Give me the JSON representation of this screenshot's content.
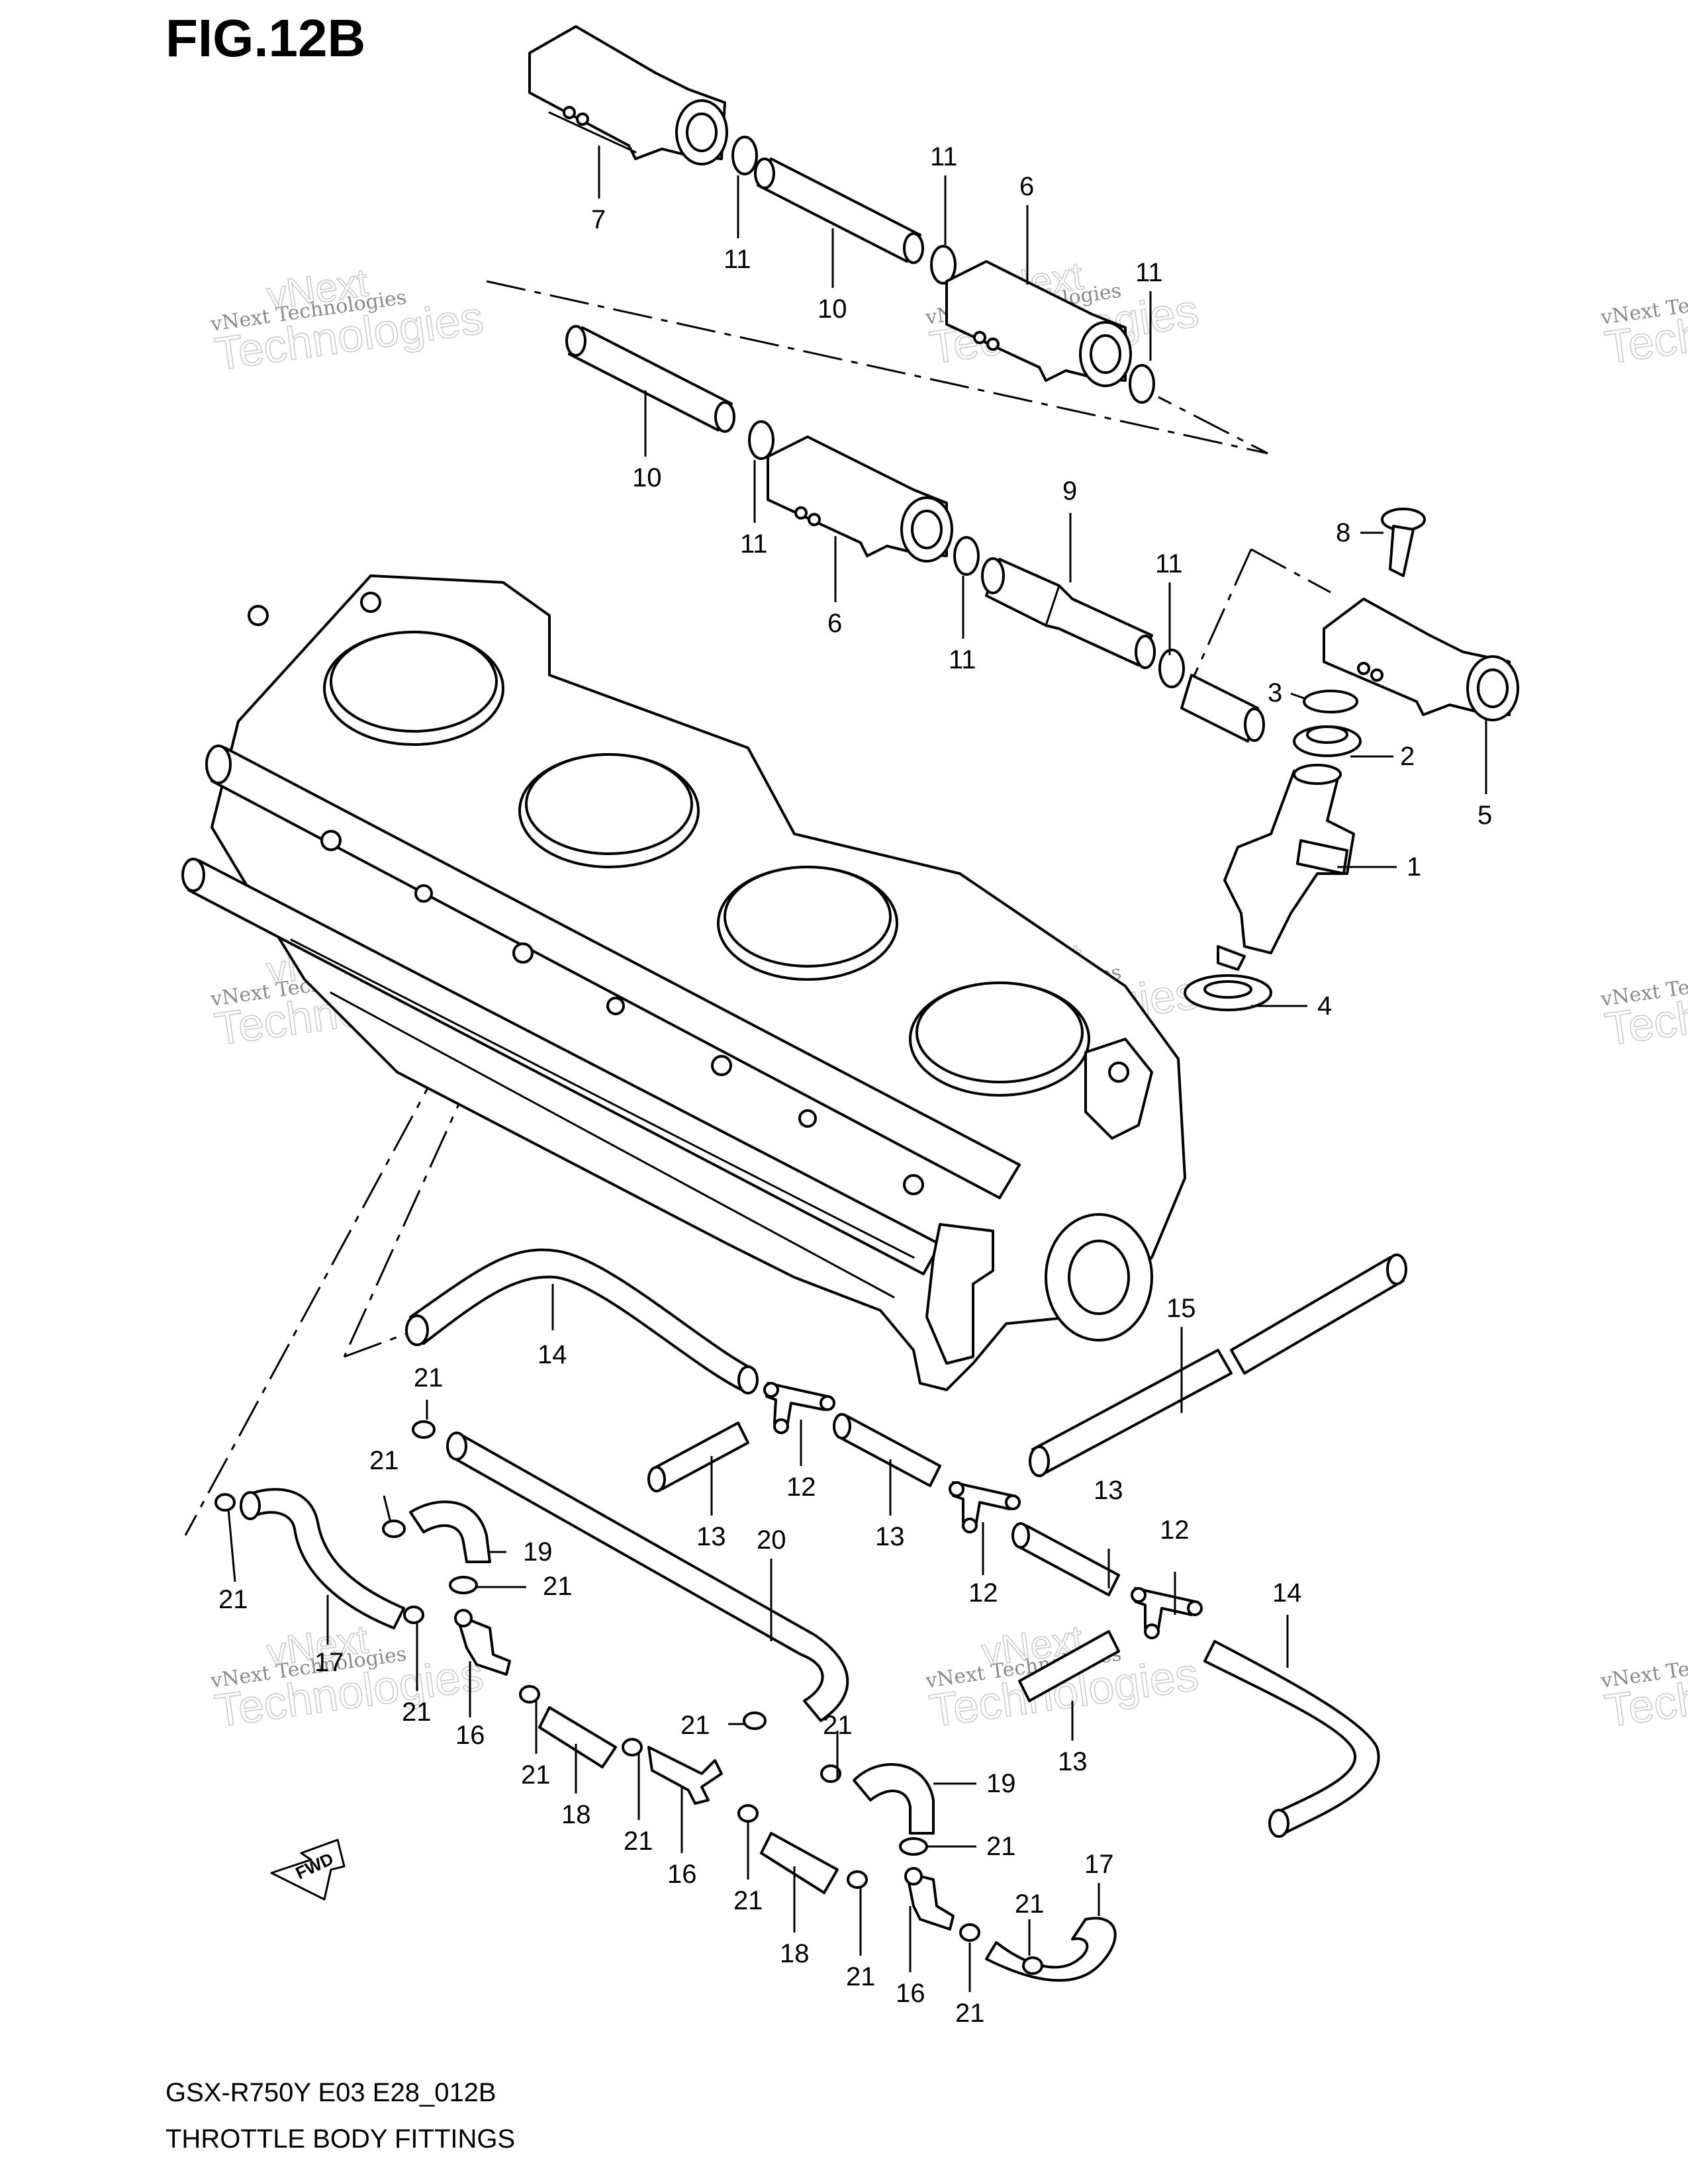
{
  "figure": {
    "title": "FIG.12B"
  },
  "footer": {
    "model_code": "GSX-R750Y E03 E28_012B",
    "section_title": "THROTTLE BODY FITTINGS"
  },
  "watermark": {
    "line1": "vNext Technologies",
    "line2": "Technologies",
    "line3": "vNext"
  },
  "fwd_badge": {
    "label": "FWD"
  },
  "callouts": [
    {
      "id": "c7",
      "label": "7"
    },
    {
      "id": "c11a",
      "label": "11"
    },
    {
      "id": "c10a",
      "label": "10"
    },
    {
      "id": "c11b",
      "label": "11"
    },
    {
      "id": "c6a",
      "label": "6"
    },
    {
      "id": "c11c",
      "label": "11"
    },
    {
      "id": "c10b",
      "label": "10"
    },
    {
      "id": "c11d",
      "label": "11"
    },
    {
      "id": "c6b",
      "label": "6"
    },
    {
      "id": "c11e",
      "label": "11"
    },
    {
      "id": "c9",
      "label": "9"
    },
    {
      "id": "c11f",
      "label": "11"
    },
    {
      "id": "c8",
      "label": "8"
    },
    {
      "id": "c3",
      "label": "3"
    },
    {
      "id": "c2",
      "label": "2"
    },
    {
      "id": "c5",
      "label": "5"
    },
    {
      "id": "c1",
      "label": "1"
    },
    {
      "id": "c4",
      "label": "4"
    },
    {
      "id": "c15",
      "label": "15"
    },
    {
      "id": "c14a",
      "label": "14"
    },
    {
      "id": "c21a",
      "label": "21"
    },
    {
      "id": "c12a",
      "label": "12"
    },
    {
      "id": "c13a",
      "label": "13"
    },
    {
      "id": "c13b",
      "label": "13"
    },
    {
      "id": "c13c",
      "label": "13"
    },
    {
      "id": "c12b",
      "label": "12"
    },
    {
      "id": "c12c",
      "label": "12"
    },
    {
      "id": "c14b",
      "label": "14"
    },
    {
      "id": "c21b",
      "label": "21"
    },
    {
      "id": "c19a",
      "label": "19"
    },
    {
      "id": "c21c",
      "label": "21"
    },
    {
      "id": "c20",
      "label": "20"
    },
    {
      "id": "c21d",
      "label": "21"
    },
    {
      "id": "c17a",
      "label": "17"
    },
    {
      "id": "c21e",
      "label": "21"
    },
    {
      "id": "c16a",
      "label": "16"
    },
    {
      "id": "c21f",
      "label": "21"
    },
    {
      "id": "c18a",
      "label": "18"
    },
    {
      "id": "c21g",
      "label": "21"
    },
    {
      "id": "c21h",
      "label": "21"
    },
    {
      "id": "c16b",
      "label": "16"
    },
    {
      "id": "c21i",
      "label": "21"
    },
    {
      "id": "c13d",
      "label": "13"
    },
    {
      "id": "c19b",
      "label": "19"
    },
    {
      "id": "c21j",
      "label": "21"
    },
    {
      "id": "c21k",
      "label": "21"
    },
    {
      "id": "c18b",
      "label": "18"
    },
    {
      "id": "c21l",
      "label": "21"
    },
    {
      "id": "c17b",
      "label": "17"
    },
    {
      "id": "c21m",
      "label": "21"
    },
    {
      "id": "c16c",
      "label": "16"
    },
    {
      "id": "c21n",
      "label": "21"
    }
  ]
}
